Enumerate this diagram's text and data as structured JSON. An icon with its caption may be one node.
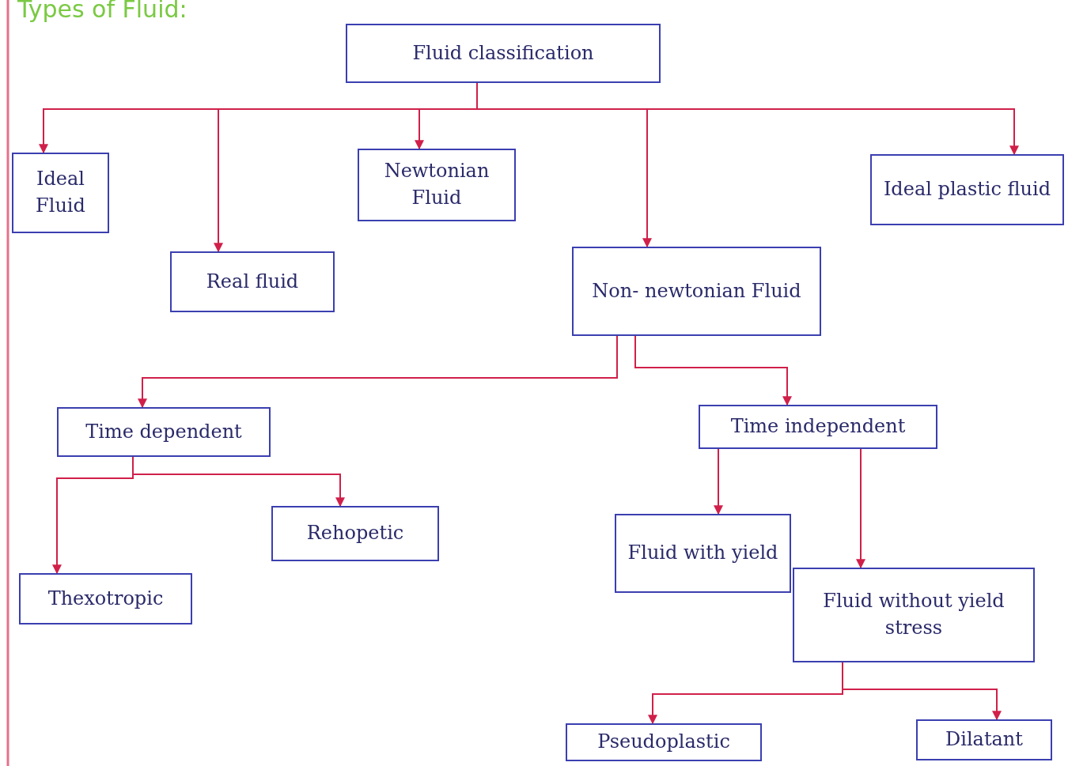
{
  "diagram": {
    "title": "Types of Fluid:",
    "nodes": [
      {
        "text": [
          "Fluid classification"
        ]
      },
      {
        "text": [
          "Ideal Fluid"
        ]
      },
      {
        "text": [
          "Real fluid"
        ]
      },
      {
        "text": [
          "Newtonian Fluid"
        ]
      },
      {
        "text": [
          "Non- newtonian Fluid"
        ]
      },
      {
        "text": [
          "Ideal plastic fluid"
        ]
      },
      {
        "text": [
          "Time dependent"
        ]
      },
      {
        "text": [
          "Time independent"
        ]
      },
      {
        "text": [
          "Thexotropic"
        ]
      },
      {
        "text": [
          "Rehopetic"
        ]
      },
      {
        "text": [
          "Fluid with yield"
        ]
      },
      {
        "text": [
          "Fluid without yield stress"
        ]
      },
      {
        "text": [
          "Pseudoplastic"
        ]
      },
      {
        "text": [
          "Dilatant"
        ]
      }
    ],
    "edges": [
      {
        "from": 0,
        "to": 1,
        "arrow": "to"
      },
      {
        "from": 0,
        "to": 2,
        "arrow": "to"
      },
      {
        "from": 0,
        "to": 3,
        "arrow": "to"
      },
      {
        "from": 0,
        "to": 4,
        "arrow": "to"
      },
      {
        "from": 0,
        "to": 5,
        "arrow": "to"
      },
      {
        "from": 4,
        "to": 6,
        "arrow": "to"
      },
      {
        "from": 4,
        "to": 7,
        "arrow": "to"
      },
      {
        "from": 6,
        "to": 8,
        "arrow": "to"
      },
      {
        "from": 6,
        "to": 9,
        "arrow": "to"
      },
      {
        "from": 7,
        "to": 10,
        "arrow": "to"
      },
      {
        "from": 7,
        "to": 11,
        "arrow": "to"
      },
      {
        "from": 11,
        "to": 12,
        "arrow": "to"
      },
      {
        "from": 11,
        "to": 13,
        "arrow": "to"
      }
    ]
  }
}
